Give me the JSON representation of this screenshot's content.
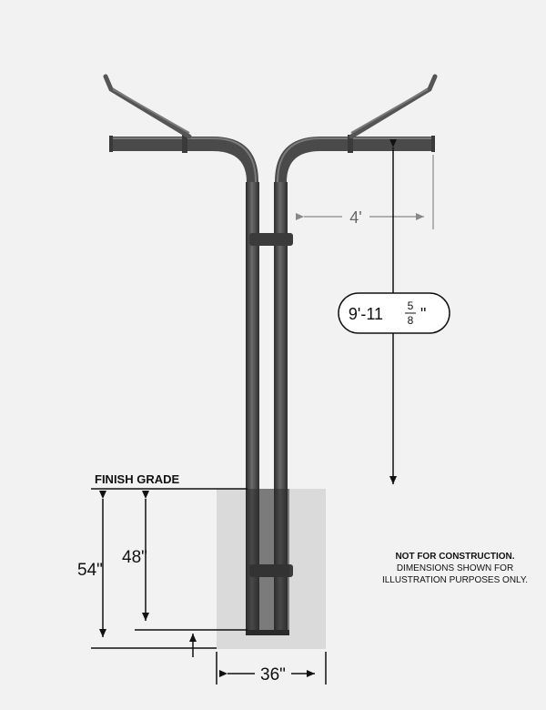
{
  "labels": {
    "finish_grade": "FINISH GRADE",
    "arm_reach": "4'",
    "height_whole": "9'-11",
    "height_frac_num": "5",
    "height_frac_den": "8",
    "height_inch_mark": "\"",
    "total_depth": "54\"",
    "pole_embed": "48\"",
    "foundation_width": "36\""
  },
  "note": {
    "line1": "NOT FOR CONSTRUCTION.",
    "line2": "DIMENSIONS SHOWN FOR",
    "line3": "ILLUSTRATION PURPOSES ONLY."
  },
  "colors": {
    "background": "#f2f2f2",
    "pole": "#4a4a4a",
    "foundation": "#dadada",
    "dimension": "#111111",
    "dimension_gray": "#777777"
  }
}
